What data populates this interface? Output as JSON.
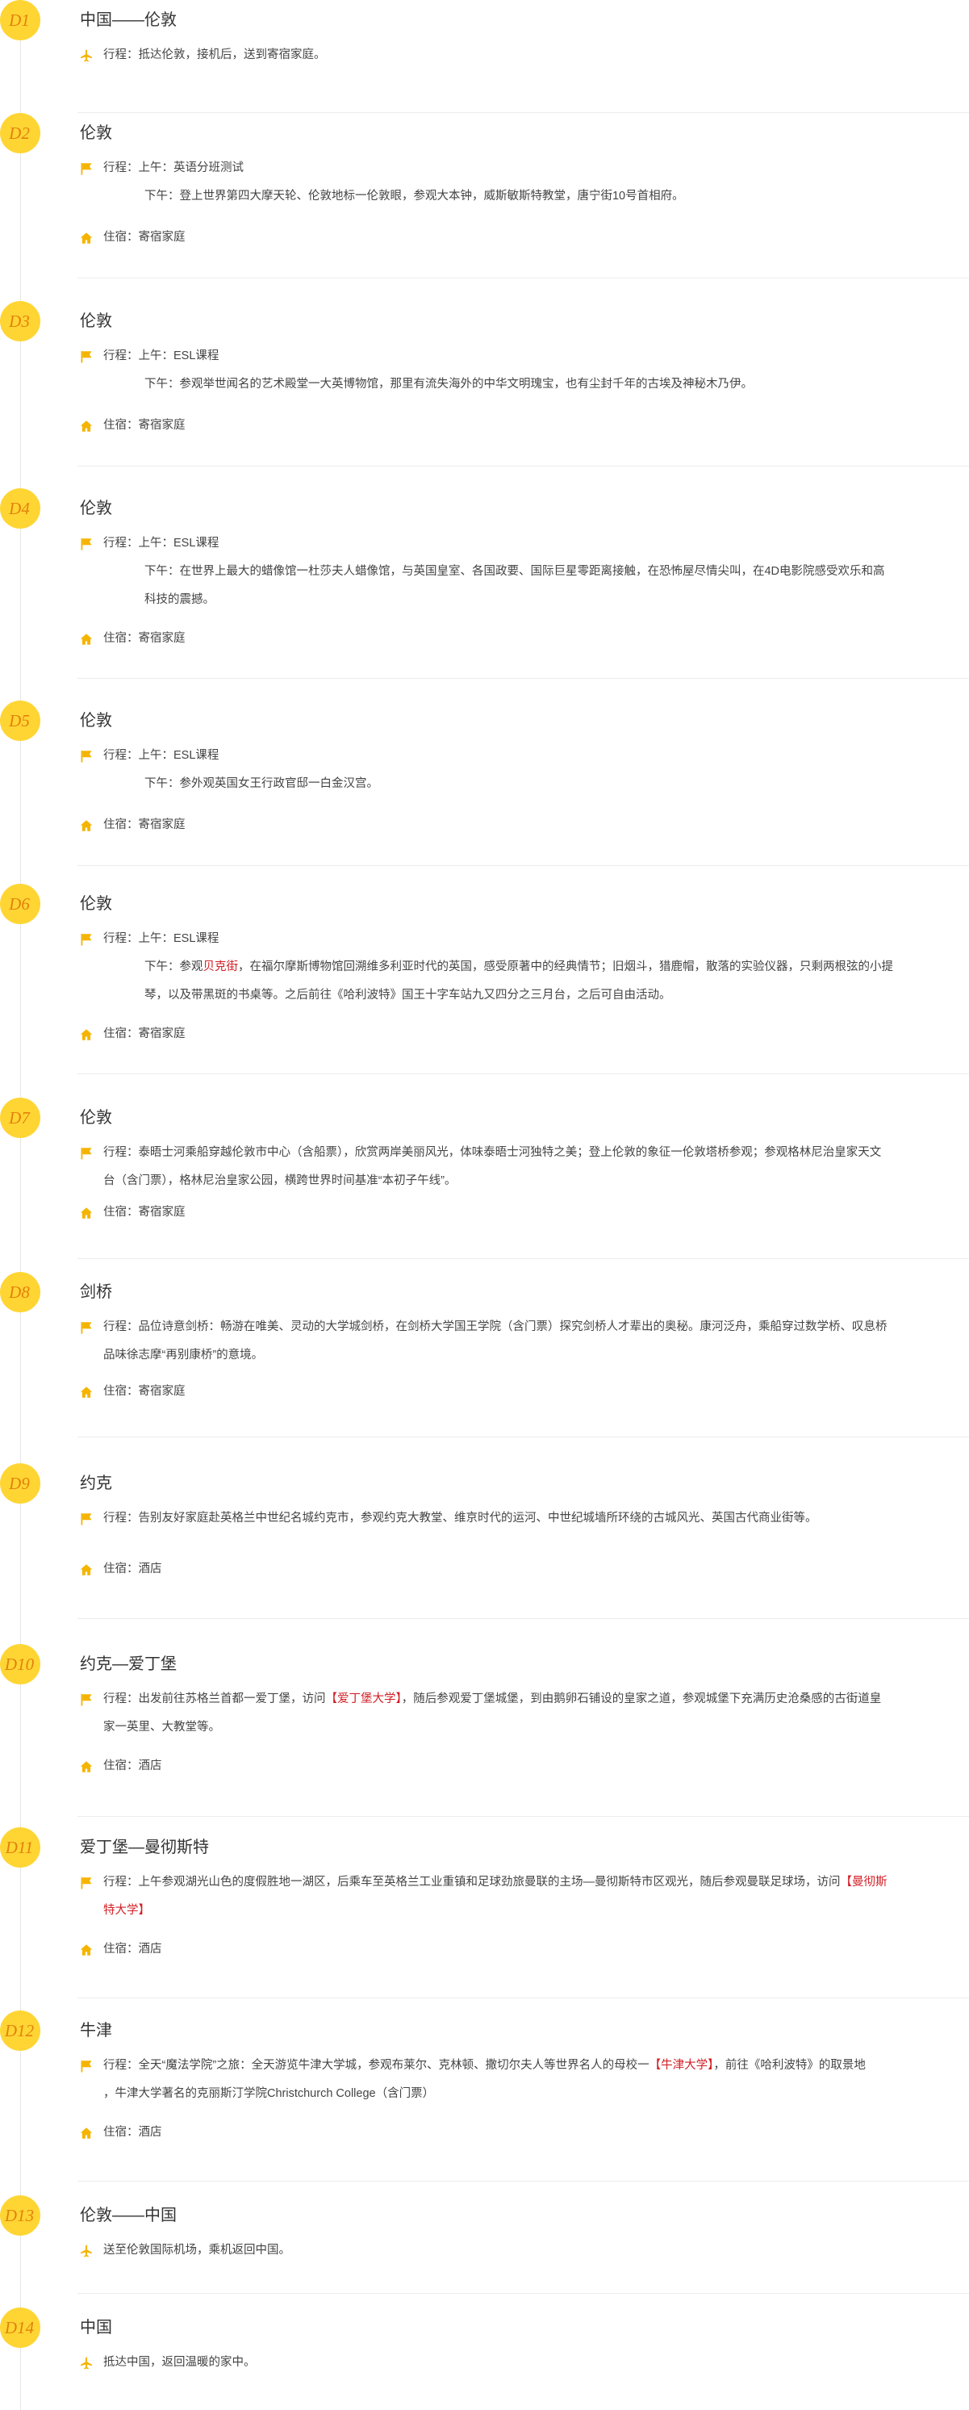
{
  "colors": {
    "badge_bg": "#ffd534",
    "badge_text": "#e2820c",
    "accent_red": "#d21f26",
    "icon": "#f5b400"
  },
  "labels": {
    "itinerary": "行程：",
    "stay": "住宿："
  },
  "days": [
    {
      "badge": "D1",
      "title": "中国——伦敦",
      "itinerary_icon": "plane",
      "itinerary": [
        "抵达伦敦，接机后，送到寄宿家庭。"
      ]
    },
    {
      "badge": "D2",
      "title": "伦敦",
      "itinerary_icon": "flag",
      "itinerary": [
        "上午：英语分班测试"
      ],
      "itinerary_sub": [
        "下午：登上世界第四大摩天轮、伦敦地标一伦敦眼，参观大本钟，威斯敏斯特教堂，唐宁街10号首相府。"
      ],
      "stay": "寄宿家庭"
    },
    {
      "badge": "D3",
      "title": "伦敦",
      "itinerary_icon": "flag",
      "itinerary": [
        "上午：ESL课程"
      ],
      "itinerary_sub": [
        "下午：参观举世闻名的艺术殿堂一大英博物馆，那里有流失海外的中华文明瑰宝，也有尘封千年的古埃及神秘木乃伊。"
      ],
      "stay": "寄宿家庭"
    },
    {
      "badge": "D4",
      "title": "伦敦",
      "itinerary_icon": "flag",
      "itinerary": [
        "上午：ESL课程"
      ],
      "itinerary_sub": [
        "下午：在世界上最大的蜡像馆一杜莎夫人蜡像馆，与英国皇室、各国政要、国际巨星零距离接触，在恐怖屋尽情尖叫，在4D电影院感受欢乐和高",
        "科技的震撼。"
      ],
      "stay": "寄宿家庭"
    },
    {
      "badge": "D5",
      "title": "伦敦",
      "itinerary_icon": "flag",
      "itinerary": [
        "上午：ESL课程"
      ],
      "itinerary_sub": [
        "下午：参外观英国女王行政官邸一白金汉宫。"
      ],
      "stay": "寄宿家庭"
    },
    {
      "badge": "D6",
      "title": "伦敦",
      "itinerary_icon": "flag",
      "itinerary": [
        "上午：ESL课程"
      ],
      "itinerary_sub_a": "下午：参观",
      "itinerary_sub_red": "贝克街",
      "itinerary_sub_b": "，在福尔摩斯博物馆回溯维多利亚时代的英国，感受原著中的经典情节；旧烟斗，猎鹿帽，散落的实验仪器，只剩两根弦的小提",
      "itinerary_sub_lines": [
        "琴，以及带黑斑的书桌等。之后前往《哈利波特》国王十字车站九又四分之三月台，之后可自由活动。"
      ],
      "stay": "寄宿家庭"
    },
    {
      "badge": "D7",
      "title": "伦敦",
      "itinerary_icon": "flag",
      "itinerary": [
        "泰晤士河乘船穿越伦敦市中心（含船票），欣赏两岸美丽风光，体味泰晤士河独特之美；登上伦敦的象征一伦敦塔桥参观；参观格林尼治皇家天文",
        "台（含门票），格林尼治皇家公园，横跨世界时间基准“本初子午线”。"
      ],
      "stay": "寄宿家庭"
    },
    {
      "badge": "D8",
      "title": "剑桥",
      "itinerary_icon": "flag",
      "itinerary": [
        "品位诗意剑桥：畅游在唯美、灵动的大学城剑桥，在剑桥大学国王学院（含门票）探究剑桥人才辈出的奥秘。康河泛舟，乘船穿过数学桥、叹息桥",
        "品味徐志摩“再别康桥”的意境。"
      ],
      "stay": "寄宿家庭"
    },
    {
      "badge": "D9",
      "title": "约克",
      "itinerary_icon": "flag",
      "itinerary": [
        "告别友好家庭赴英格兰中世纪名城约克市，参观约克大教堂、维京时代的运河、中世纪城墙所环绕的古城风光、英国古代商业街等。"
      ],
      "stay": "酒店"
    },
    {
      "badge": "D10",
      "title": "约克—爱丁堡",
      "itinerary_icon": "flag",
      "itinerary_a": "出发前往苏格兰首都一爱丁堡，访问",
      "itinerary_red": "【爱丁堡大学】",
      "itinerary_b": "，随后参观爱丁堡城堡，到由鹅卵石铺设的皇家之道，参观城堡下充满历史沧桑感的古街道皇",
      "itinerary_lines": [
        "家一英里、大教堂等。"
      ],
      "stay": "酒店"
    },
    {
      "badge": "D11",
      "title": "爱丁堡—曼彻斯特",
      "itinerary_icon": "flag",
      "itinerary_a": "上午参观湖光山色的度假胜地一湖区，后乘车至英格兰工业重镇和足球劲旅曼联的主场—曼彻斯特市区观光，随后参观曼联足球场，访问",
      "itinerary_red": "【曼彻斯",
      "itinerary_red2": "特大学】",
      "stay": "酒店"
    },
    {
      "badge": "D12",
      "title": "牛津",
      "itinerary_icon": "flag",
      "itinerary_a": "全天“魔法学院”之旅：全天游览牛津大学城，参观布莱尔、克林顿、撒切尔夫人等世界名人的母校一",
      "itinerary_red": "【牛津大学】",
      "itinerary_b": "，前往《哈利波特》的取景地",
      "itinerary_lines": [
        "，牛津大学著名的克丽斯汀学院Christchurch College（含门票）"
      ],
      "stay": "酒店"
    },
    {
      "badge": "D13",
      "title": "伦敦——中国",
      "itinerary_icon": "plane",
      "itinerary": [
        "送至伦敦国际机场，乘机返回中国。"
      ]
    },
    {
      "badge": "D14",
      "title": "中国",
      "itinerary_icon": "plane",
      "itinerary": [
        "抵达中国，返回温暖的家中。"
      ]
    }
  ]
}
